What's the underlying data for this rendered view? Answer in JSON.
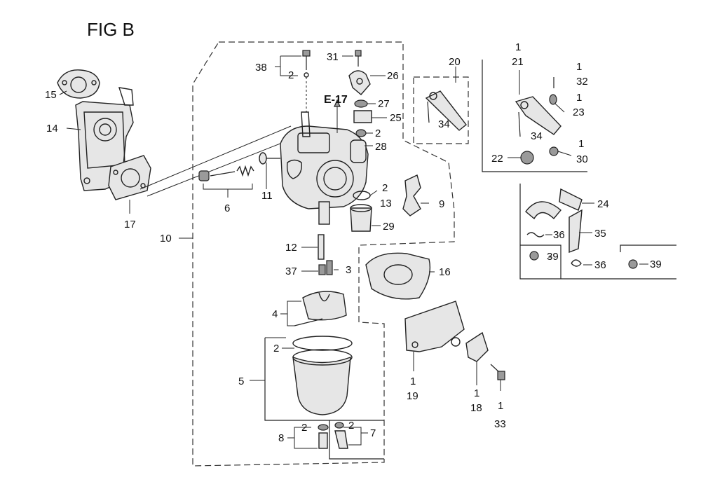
{
  "figure": {
    "title": "FIG B",
    "section_ref": "E-17"
  },
  "callouts": {
    "c38": "38",
    "c2a": "2",
    "c31": "31",
    "c26": "26",
    "c20": "20",
    "c1a": "1",
    "c21": "21",
    "c1b": "1",
    "c32": "32",
    "c15": "15",
    "c27": "27",
    "c25": "25",
    "c1c": "1",
    "c23": "23",
    "c14": "14",
    "c2b": "2",
    "c28": "28",
    "c34a": "34",
    "c34b": "34",
    "c22": "22",
    "c1d": "1",
    "c30": "30",
    "c11": "11",
    "c6": "6",
    "c17": "17",
    "c2c": "2",
    "c13": "13",
    "c9": "9",
    "c24": "24",
    "c29": "29",
    "c36a": "36",
    "c35": "35",
    "c10": "10",
    "c39a": "39",
    "c36b": "36",
    "c39b": "39",
    "c12": "12",
    "c37": "37",
    "c3": "3",
    "c16": "16",
    "c4": "4",
    "c2d": "2",
    "c5": "5",
    "c1e": "1",
    "c19": "19",
    "c1f": "1",
    "c18": "18",
    "c1g": "1",
    "c33": "33",
    "c2e": "2",
    "c2f": "2",
    "c8": "8",
    "c7": "7"
  }
}
